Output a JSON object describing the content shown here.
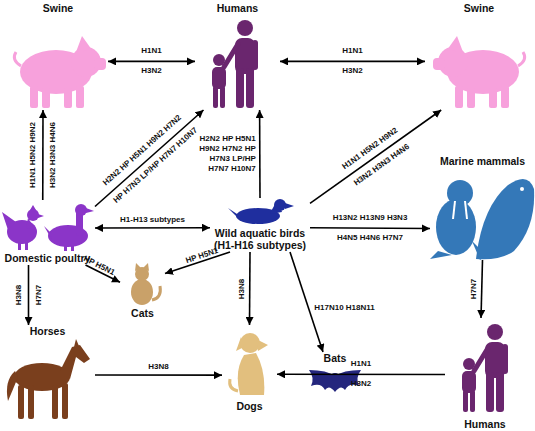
{
  "diagram": {
    "nodes": [
      {
        "text": [
          "Swine"
        ]
      },
      {
        "text": [
          "Humans"
        ]
      },
      {
        "text": [
          "Swine"
        ]
      },
      {
        "text": [
          "Domestic poultry"
        ]
      },
      {
        "text": [
          "Wild aquatic birds (H1-H16 subtypes)"
        ]
      },
      {
        "text": [
          "Marine mammals"
        ]
      },
      {
        "text": [
          "Cats"
        ]
      },
      {
        "text": [
          "Bats"
        ]
      },
      {
        "text": [
          "Horses"
        ]
      },
      {
        "text": [
          "Dogs"
        ]
      },
      {
        "text": [
          "Humans"
        ]
      }
    ],
    "edges": [
      {
        "from": 0,
        "to": 1,
        "label": "H1N1 H3N2",
        "arrow": "both"
      },
      {
        "from": 1,
        "to": 2,
        "label": "H1N1 H3N2",
        "arrow": "both"
      },
      {
        "from": 3,
        "to": 0,
        "label": "H1N1 H5N2 H9N2 H3N2 H3N3 H4N6",
        "arrow": "to"
      },
      {
        "from": 3,
        "to": 1,
        "label": "H2N2 HP H5N1 H9N2 H7N2 HP H7N3 LP/HP H7N7 H10N7",
        "arrow": "to"
      },
      {
        "from": 4,
        "to": 1,
        "label": "H2N2 HP H5N1 H9N2 H7N2 HP H7N3 LP/HP H7N7 H10N7",
        "arrow": "to"
      },
      {
        "from": 4,
        "to": 2,
        "label": "H1N1 H5N2 H9N2 H3N2 H3N3 H4N6",
        "arrow": "to"
      },
      {
        "from": 4,
        "to": 3,
        "label": "H1-H13 subtypes",
        "arrow": "both"
      },
      {
        "from": 4,
        "to": 5,
        "label": "H13N2 H13N9 H3N3 H4N5 H4N6 H7N7",
        "arrow": "to"
      },
      {
        "from": 4,
        "to": 6,
        "label": "HP H5N1",
        "arrow": "to"
      },
      {
        "from": 3,
        "to": 6,
        "label": "HP H5N1",
        "arrow": "to"
      },
      {
        "from": 4,
        "to": 9,
        "label": "H3N8",
        "arrow": "to"
      },
      {
        "from": 4,
        "to": 7,
        "label": "H17N10 H18N11",
        "arrow": "to"
      },
      {
        "from": 3,
        "to": 8,
        "label": "H3N8 H7N7",
        "arrow": "to"
      },
      {
        "from": 8,
        "to": 9,
        "label": "H3N8",
        "arrow": "to"
      },
      {
        "from": 5,
        "to": 10,
        "label": "H7N7",
        "arrow": "to"
      },
      {
        "from": 10,
        "to": 9,
        "label": "H1N1 H3N2",
        "arrow": "to"
      }
    ]
  }
}
